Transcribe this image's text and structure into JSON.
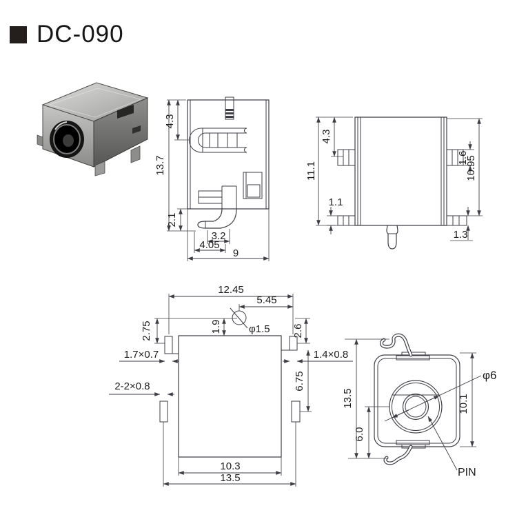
{
  "header": {
    "title": "DC-090"
  },
  "colors": {
    "background": "#ffffff",
    "line": "#3d3d45",
    "text": "#1c1c1c",
    "marker_square": "#241f1d"
  },
  "views": {
    "side": {
      "dims": {
        "pin_to_contact": "4.3",
        "total_height": "13.7",
        "foot_drop": "2.1",
        "foot_width": "3.2",
        "foot_reach": "4.05",
        "body_width": "9"
      }
    },
    "rear": {
      "dims": {
        "tab_top": "4.3",
        "total_height": "11.1",
        "foot_tab": "1.1",
        "tab_height": "1.6",
        "body_height": "10.95",
        "bottom_tab": "1.3"
      }
    },
    "bottom": {
      "dims": {
        "tab_span": "12.45",
        "pin_to_edge": "5.45",
        "edge_left": "2.75",
        "pin_inset": "1.9",
        "pin_diameter": "φ1.5",
        "edge_right": "2.6",
        "slot_left": "1.7×0.7",
        "slot_right": "1.4×0.8",
        "slot_pair": "2-2×0.8",
        "side_tab_offset": "6.75",
        "inner_width": "10.3",
        "outer_width": "13.5"
      }
    },
    "front": {
      "dims": {
        "barrel_diameter": "φ6",
        "total_height": "13.5",
        "center_height": "6.0",
        "opening_height": "10.1"
      },
      "pin_label": "PIN"
    }
  }
}
